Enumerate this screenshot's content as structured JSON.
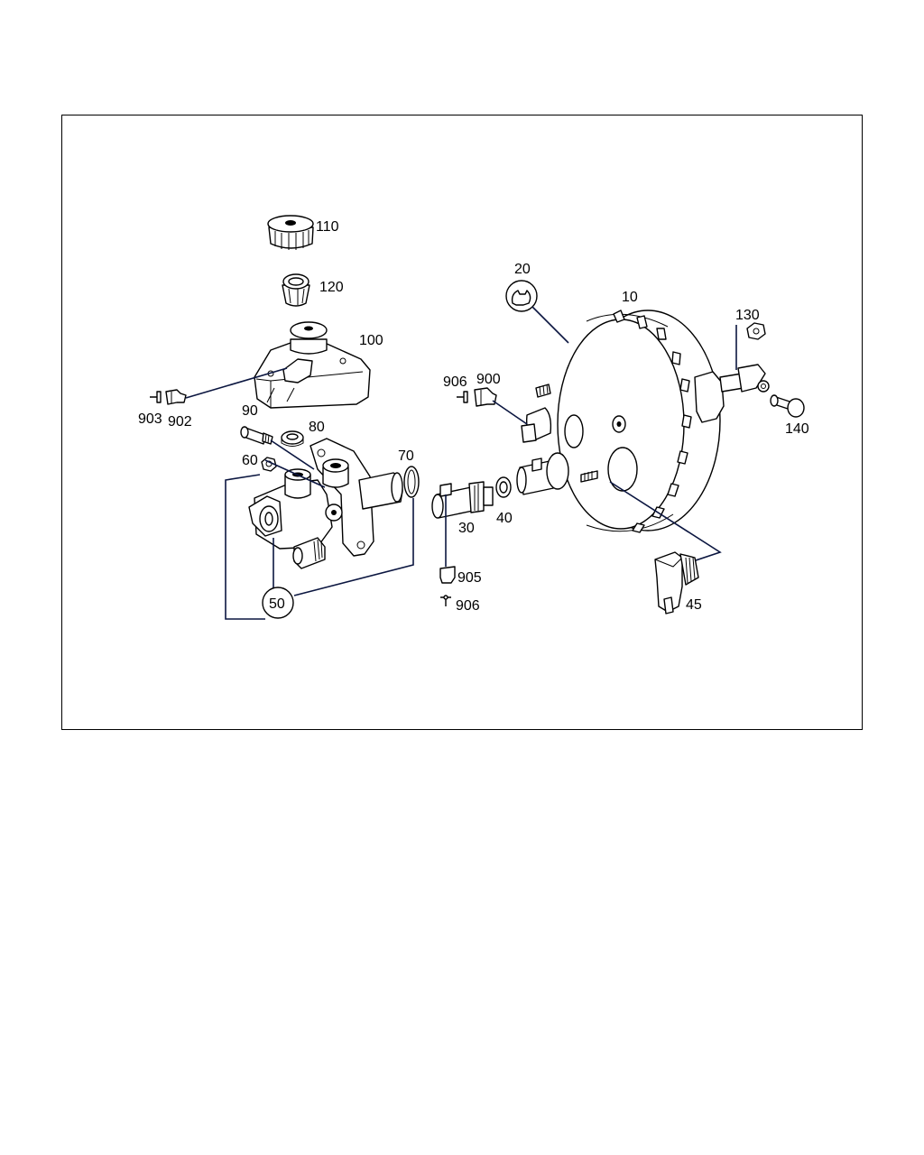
{
  "callouts": {
    "c110": "110",
    "c120": "120",
    "c100": "100",
    "c20": "20",
    "c10": "10",
    "c130": "130",
    "c906a": "906",
    "c900": "900",
    "c140": "140",
    "c903": "903",
    "c902": "902",
    "c90": "90",
    "c80": "80",
    "c70": "70",
    "c60": "60",
    "c30": "30",
    "c40": "40",
    "c905": "905",
    "c906b": "906",
    "c50": "50",
    "c45": "45"
  }
}
